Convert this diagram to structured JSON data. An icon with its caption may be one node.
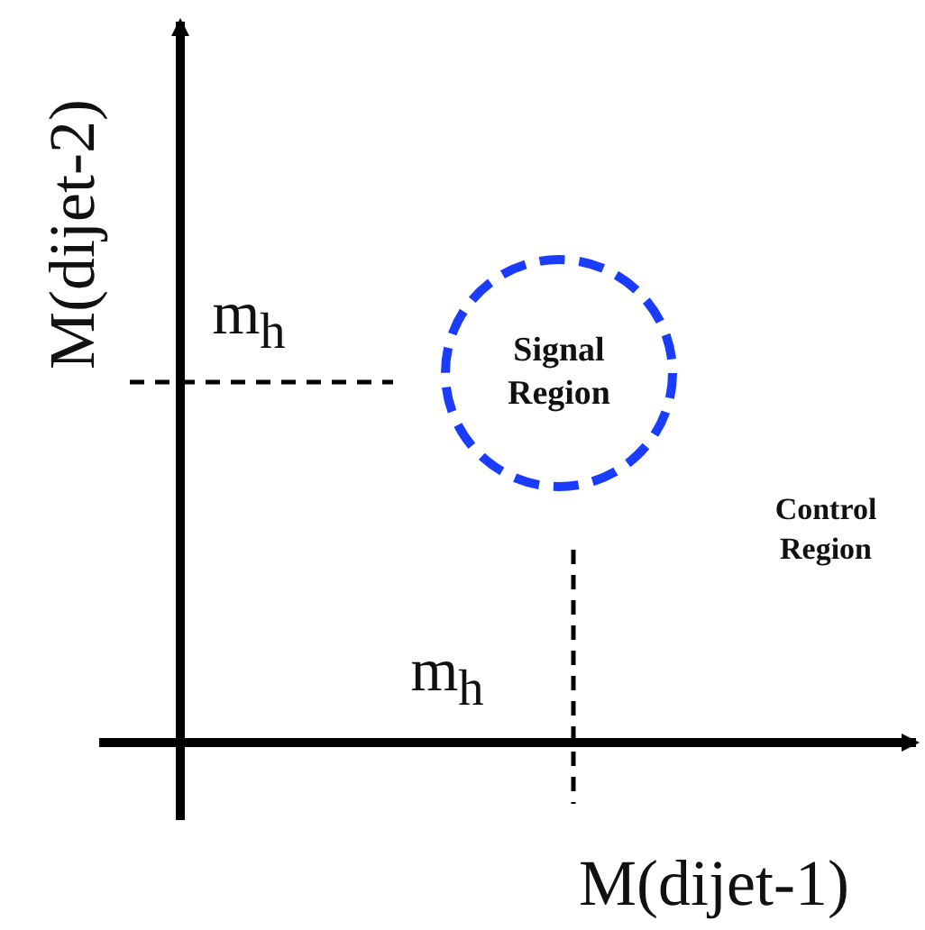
{
  "diagram": {
    "nodes": [
      {
        "text": [
          "Signal Region"
        ]
      }
    ],
    "labels": [
      "M(dijet-2)",
      "m$_{h}$",
      "m$_{h}$",
      "Control Region",
      "M(dijet-1)"
    ]
  }
}
